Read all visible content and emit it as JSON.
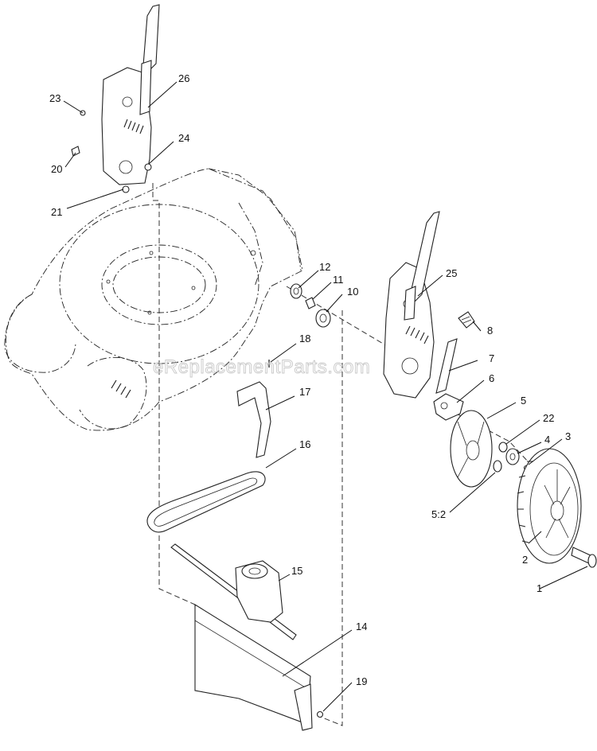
{
  "watermark": "eReplacementParts.com",
  "callouts": [
    {
      "id": "1",
      "text": "1"
    },
    {
      "id": "2",
      "text": "2"
    },
    {
      "id": "3",
      "text": "3"
    },
    {
      "id": "4",
      "text": "4"
    },
    {
      "id": "5",
      "text": "5"
    },
    {
      "id": "5-2",
      "text": "5:2"
    },
    {
      "id": "6",
      "text": "6"
    },
    {
      "id": "7",
      "text": "7"
    },
    {
      "id": "8",
      "text": "8"
    },
    {
      "id": "10",
      "text": "10"
    },
    {
      "id": "11",
      "text": "11"
    },
    {
      "id": "12",
      "text": "12"
    },
    {
      "id": "14",
      "text": "14"
    },
    {
      "id": "15",
      "text": "15"
    },
    {
      "id": "16",
      "text": "16"
    },
    {
      "id": "17",
      "text": "17"
    },
    {
      "id": "18",
      "text": "18"
    },
    {
      "id": "19",
      "text": "19"
    },
    {
      "id": "20",
      "text": "20"
    },
    {
      "id": "21",
      "text": "21"
    },
    {
      "id": "22",
      "text": "22"
    },
    {
      "id": "23",
      "text": "23"
    },
    {
      "id": "24",
      "text": "24"
    },
    {
      "id": "25",
      "text": "25"
    },
    {
      "id": "26",
      "text": "26"
    }
  ]
}
